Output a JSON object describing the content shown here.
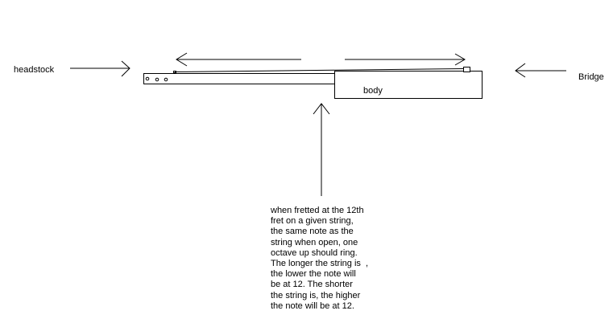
{
  "labels": {
    "headstock": "headstock",
    "bridge": "Bridge",
    "body": "body"
  },
  "note_lines": [
    "when fretted at the 12th",
    "fret on a given string,",
    "the same note as the",
    "string when open, one",
    "octave up should ring.",
    "The longer the string is  ,",
    "the lower the note will",
    "be at 12. The shorter",
    "the string is, the higher",
    "the note will be at 12."
  ],
  "colors": {
    "line": "#000000",
    "background": "#ffffff"
  }
}
